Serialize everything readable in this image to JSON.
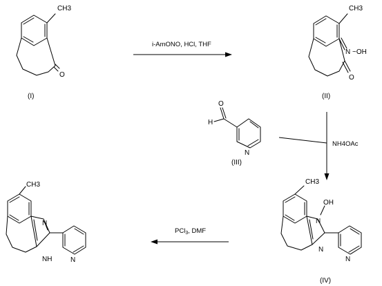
{
  "compounds": {
    "c1": {
      "label": "(I)",
      "atoms": {
        "methyl": "CH3",
        "ketone_o": "O"
      }
    },
    "c2": {
      "label": "(II)",
      "atoms": {
        "methyl": "CH3",
        "oxime": "N",
        "oxime_oh": "~OH",
        "ketone_o": "O"
      }
    },
    "c3": {
      "label": "(III)",
      "atoms": {
        "aldehyde_h": "H",
        "aldehyde_o": "O",
        "pyridine_n": "N"
      }
    },
    "c4": {
      "label": "(IV)",
      "atoms": {
        "methyl": "CH3",
        "oh": "OH",
        "n1": "N",
        "n3": "N",
        "pyridine_n": "N"
      }
    },
    "c5": {
      "atoms": {
        "methyl": "CH3",
        "n1": "N",
        "nh": "NH",
        "pyridine_n": "N"
      }
    }
  },
  "reagents": {
    "step1": "i-AmONO, HCl, THF",
    "step2": "NH4OAc",
    "step3_pcl": "PCl",
    "step3_sub": "3",
    "step3_rest": ", DMF"
  }
}
